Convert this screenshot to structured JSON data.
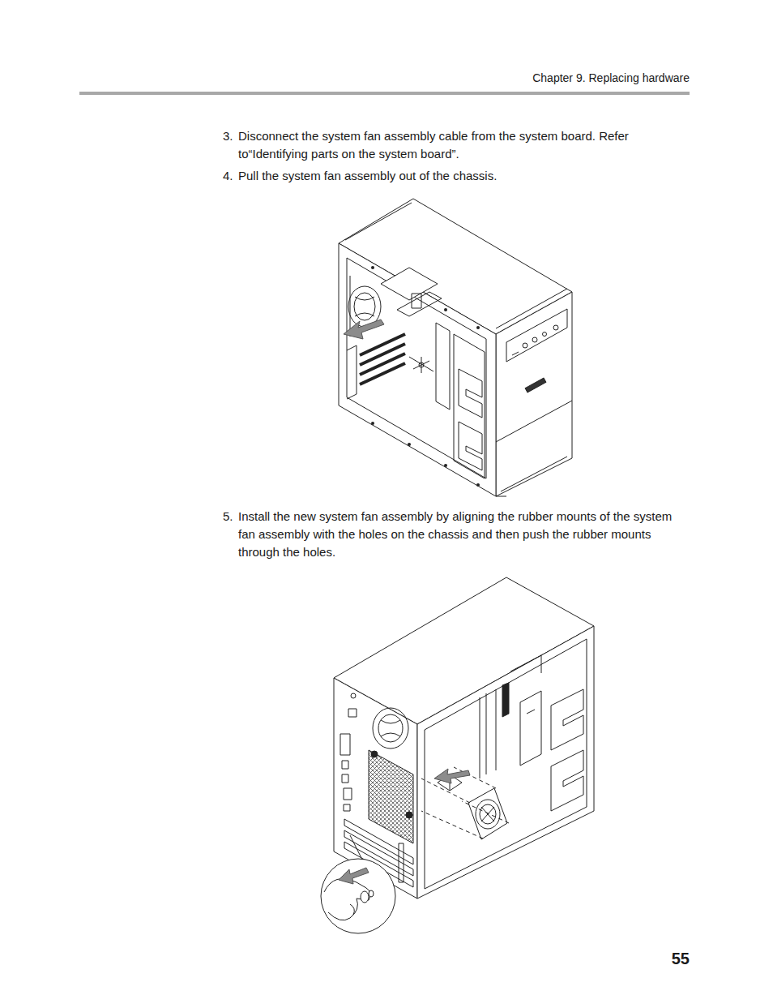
{
  "diagram": {
    "labels": [
      "Chapter 9. Replacing hardware",
      "3.",
      "Disconnect the system fan assembly cable from the system board. Refer to“Identifying parts on the system board”.",
      "4.",
      "Pull the system fan assembly out of  the chassis.",
      "5.",
      "Install the new system fan assembly by aligning the rubber mounts of the system fan assembly with the holes on the chassis and then push the rubber mounts through the holes.",
      "55"
    ]
  }
}
